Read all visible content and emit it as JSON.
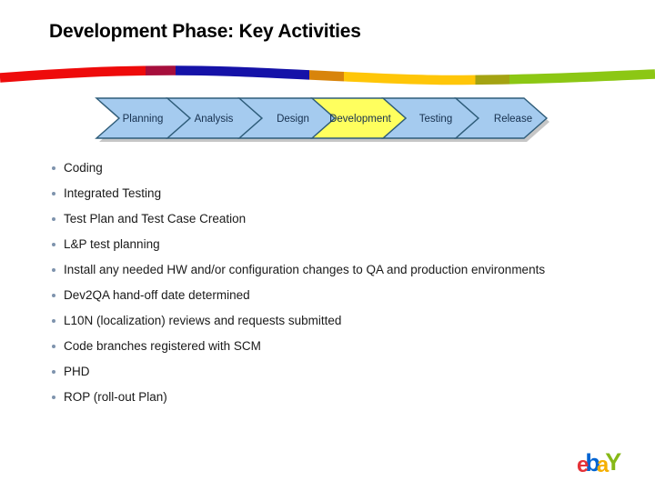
{
  "slide": {
    "title": "Development Phase: Key Activities",
    "background_color": "#FFFFFF"
  },
  "ribbon": {
    "segment_colors": [
      "#EE0B0B",
      "#A60E3C",
      "#1512A8",
      "#D8840B",
      "#FFC608",
      "#A4A312",
      "#8CC714"
    ],
    "segment_stops": [
      0,
      0.222,
      0.268,
      0.472,
      0.525,
      0.726,
      0.778,
      1
    ]
  },
  "process": {
    "steps": [
      {
        "label": "Planning",
        "active": false
      },
      {
        "label": "Analysis",
        "active": false
      },
      {
        "label": "Design",
        "active": false
      },
      {
        "label": "Development",
        "active": true
      },
      {
        "label": "Testing",
        "active": false
      },
      {
        "label": "Release",
        "active": false
      }
    ],
    "fill_default": "#A5CBEF",
    "fill_active": "#FFFF5E",
    "stroke_color": "#2F5D7A",
    "label_color": "#16304E"
  },
  "bullets": {
    "marker_color": "#7E93AD",
    "items": [
      "Coding",
      "Integrated Testing",
      "Test Plan and Test Case Creation",
      "L&P test planning",
      "Install any needed HW and/or configuration changes to QA and production environments",
      "Dev2QA hand-off date determined",
      "L10N (localization) reviews and requests submitted",
      "Code branches registered with SCM",
      "PHD",
      "ROP (roll-out Plan)"
    ]
  },
  "logo": {
    "name": "ebay-logo",
    "letters": [
      {
        "char": "e",
        "color": "#E53238"
      },
      {
        "char": "b",
        "color": "#0064D2"
      },
      {
        "char": "a",
        "color": "#F5AF02"
      },
      {
        "char": "Y",
        "color": "#86B817"
      }
    ]
  }
}
